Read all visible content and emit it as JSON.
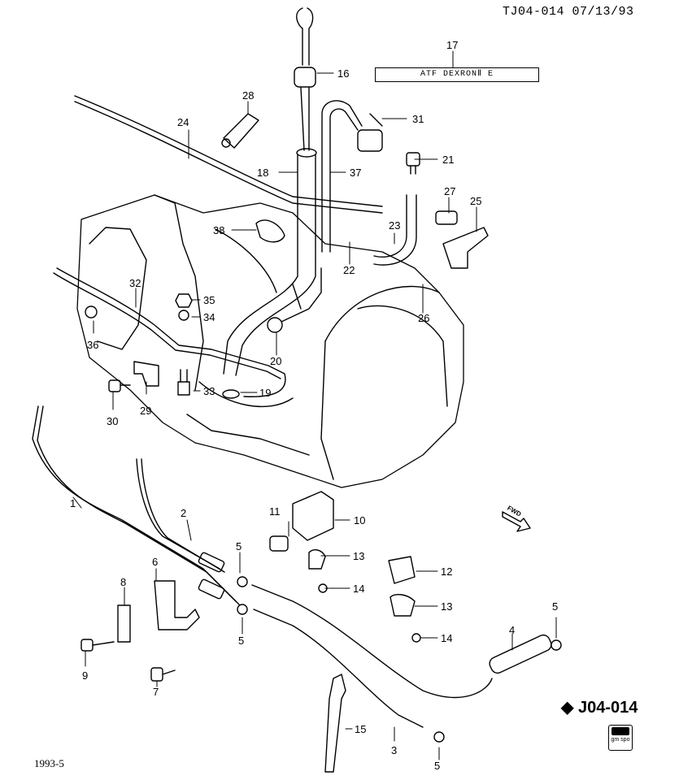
{
  "header": {
    "doc_ref": "TJ04-014 07/13/93"
  },
  "atf_label": "ATF DEXRONⅡ E",
  "figure_code": "J04-014",
  "footer": {
    "date_code": "1993-5"
  },
  "badge_text": "gm spo",
  "fwd_text": "FWD",
  "callouts": {
    "c1": "1",
    "c2": "2",
    "c3": "3",
    "c4": "4",
    "c5a": "5",
    "c5b": "5",
    "c5c": "5",
    "c5d": "5",
    "c6": "6",
    "c7": "7",
    "c8": "8",
    "c9": "9",
    "c10": "10",
    "c11": "11",
    "c12": "12",
    "c13a": "13",
    "c13b": "13",
    "c14a": "14",
    "c14b": "14",
    "c15": "15",
    "c16": "16",
    "c17": "17",
    "c18": "18",
    "c19": "19",
    "c20": "20",
    "c21": "21",
    "c22": "22",
    "c23": "23",
    "c24": "24",
    "c25": "25",
    "c26": "26",
    "c27": "27",
    "c28": "28",
    "c29": "29",
    "c30": "30",
    "c31": "31",
    "c32": "32",
    "c33": "33",
    "c34": "34",
    "c35": "35",
    "c36": "36",
    "c37": "37",
    "c38": "38"
  },
  "colors": {
    "ink": "#000000",
    "paper": "#ffffff"
  }
}
